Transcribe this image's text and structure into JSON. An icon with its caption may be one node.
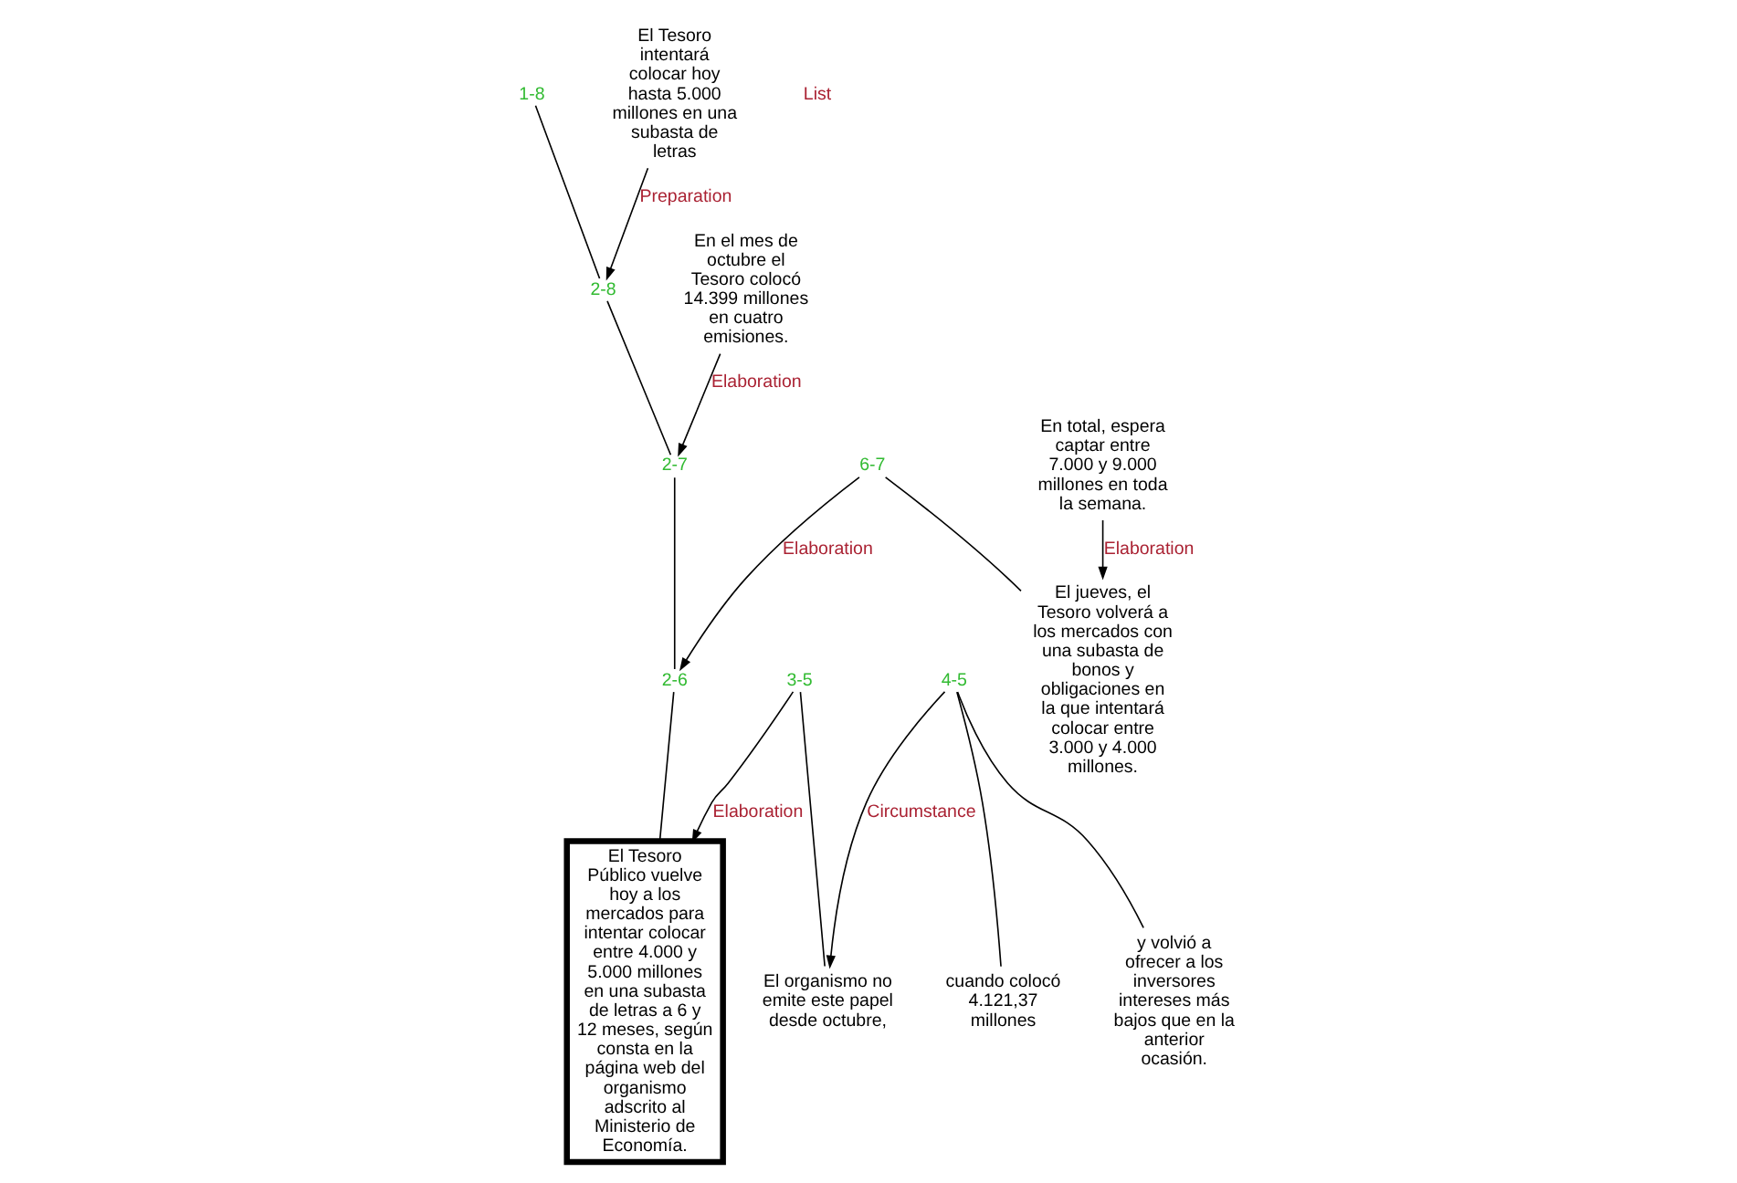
{
  "diagram": {
    "nodes": [
      {
        "text": [
          "1-8"
        ]
      },
      {
        "text": [
          "El Tesoro intentará colocar hoy hasta 5.000 millones en una subasta de letras"
        ]
      },
      {
        "text": [
          "2-8"
        ]
      },
      {
        "text": [
          "2-7"
        ]
      },
      {
        "text": [
          "En el mes de octubre el Tesoro colocó 14.399 millones en cuatro emisiones."
        ]
      },
      {
        "text": [
          "2-6"
        ]
      },
      {
        "text": [
          "6-7"
        ]
      },
      {
        "text": [
          "El Tesoro Público vuelve hoy a los mercados para intentar colocar entre 4.000 y 5.000 millones en una subasta de letras a 6 y 12 meses, según consta en la página web del organismo adscrito al Ministerio de Economía."
        ]
      },
      {
        "text": [
          "3-5"
        ]
      },
      {
        "text": [
          "El jueves, el Tesoro volverá a los mercados con una subasta de bonos y obligaciones en la que intentará colocar entre 3.000 y 4.000 millones."
        ]
      },
      {
        "text": [
          "En total, espera captar entre 7.000 y 9.000 millones en toda la semana."
        ]
      },
      {
        "text": [
          "El organismo no emite este papel desde octubre,"
        ]
      },
      {
        "text": [
          "4-5"
        ]
      },
      {
        "text": [
          "cuando colocó 4.121,37 millones"
        ]
      },
      {
        "text": [
          "y volvió a ofrecer a los inversores intereses más bajos que en la anterior ocasión."
        ]
      }
    ],
    "edges": [
      {
        "from": 0,
        "to": 2,
        "arrow": "none"
      },
      {
        "from": 1,
        "to": 2,
        "arrow": "to",
        "label": "Preparation"
      },
      {
        "from": 2,
        "to": 3,
        "arrow": "none"
      },
      {
        "from": 4,
        "to": 3,
        "arrow": "to",
        "label": "Elaboration"
      },
      {
        "from": 3,
        "to": 5,
        "arrow": "none"
      },
      {
        "from": 6,
        "to": 5,
        "arrow": "to",
        "label": "Elaboration"
      },
      {
        "from": 5,
        "to": 7,
        "arrow": "none"
      },
      {
        "from": 8,
        "to": 7,
        "arrow": "to",
        "label": "Elaboration"
      },
      {
        "from": 8,
        "to": 11,
        "arrow": "none"
      },
      {
        "from": 12,
        "to": 11,
        "arrow": "to",
        "label": "Circumstance"
      },
      {
        "from": 12,
        "to": 13,
        "arrow": "none"
      },
      {
        "from": 12,
        "to": 14,
        "arrow": "none"
      },
      {
        "from": 6,
        "to": 9,
        "arrow": "none"
      },
      {
        "from": 10,
        "to": 9,
        "arrow": "to",
        "label": "Elaboration"
      }
    ],
    "labels": [
      "List"
    ]
  }
}
